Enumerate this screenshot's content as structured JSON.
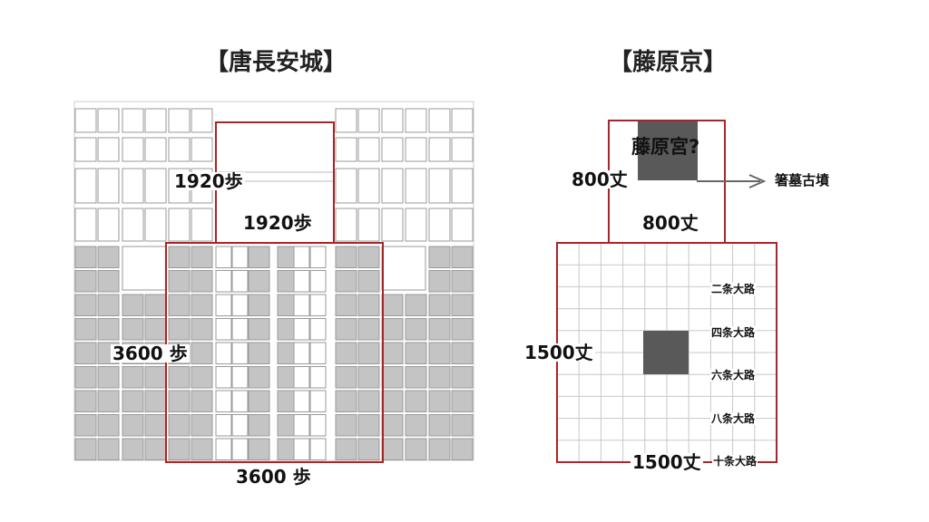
{
  "left": {
    "title": "【唐長安城】",
    "width_label": "3600 歩",
    "height_label": "3600 歩",
    "palace_width_label": "1920歩",
    "palace_height_label": "1920歩"
  },
  "right": {
    "title": "【藤原京】",
    "palace_label": "藤原宮?",
    "palace_width_label": "800丈",
    "palace_height_label": "800丈",
    "tomb_label": "箸墓古墳",
    "city_width_label": "1500丈",
    "city_height_label": "1500丈",
    "roads": [
      "二条大路",
      "四条大路",
      "六条大路",
      "八条大路",
      "十条大路"
    ]
  },
  "colors": {
    "frame": "#b22222",
    "block_gray": "#c4c4c4",
    "block_outline": "#9a9a9a",
    "grid_line": "#c8c8c8",
    "dark_block": "#595959",
    "arrow": "#666666"
  }
}
